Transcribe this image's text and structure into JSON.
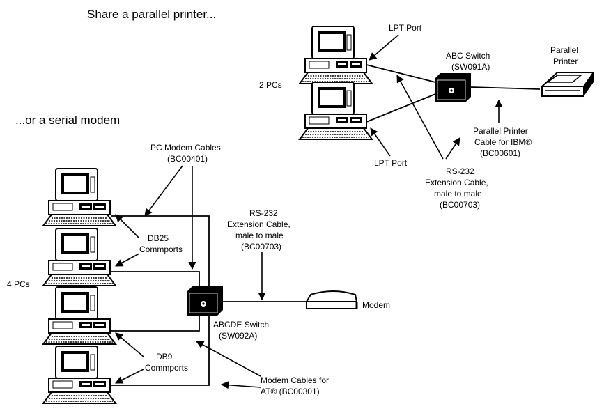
{
  "headings": {
    "share_printer": "Share a parallel printer...",
    "serial_modem": "...or a serial modem"
  },
  "top": {
    "pcs_label": "2 PCs",
    "lpt_port_top": "LPT Port",
    "lpt_port_bottom": "LPT Port",
    "switch_name": "ABC Switch",
    "switch_code": "(SW091A)",
    "printer_line1": "Parallel",
    "printer_line2": "Printer",
    "printer_cable_line1": "Parallel Printer",
    "printer_cable_line2": "Cable for IBM®",
    "printer_cable_line3": "(BC00601)",
    "ext_cable_line1": "RS-232",
    "ext_cable_line2": "Extension Cable,",
    "ext_cable_line3": "male to male",
    "ext_cable_line4": "(BC00703)"
  },
  "bottom": {
    "pcs_label": "4 PCs",
    "pc_cables_line1": "PC Modem Cables",
    "pc_cables_line2": "(BC00401)",
    "db25_line1": "DB25",
    "db25_line2": "Commports",
    "db9_line1": "DB9",
    "db9_line2": "Commports",
    "ext_cable_line1": "RS-232",
    "ext_cable_line2": "Extension Cable,",
    "ext_cable_line3": "male to male",
    "ext_cable_line4": "(BC00703)",
    "modem_label": "Modem",
    "switch_name": "ABCDE Switch",
    "switch_code": "(SW092A)",
    "at_cables_line1": "Modem Cables for",
    "at_cables_line2": "AT® (BC00301)"
  }
}
